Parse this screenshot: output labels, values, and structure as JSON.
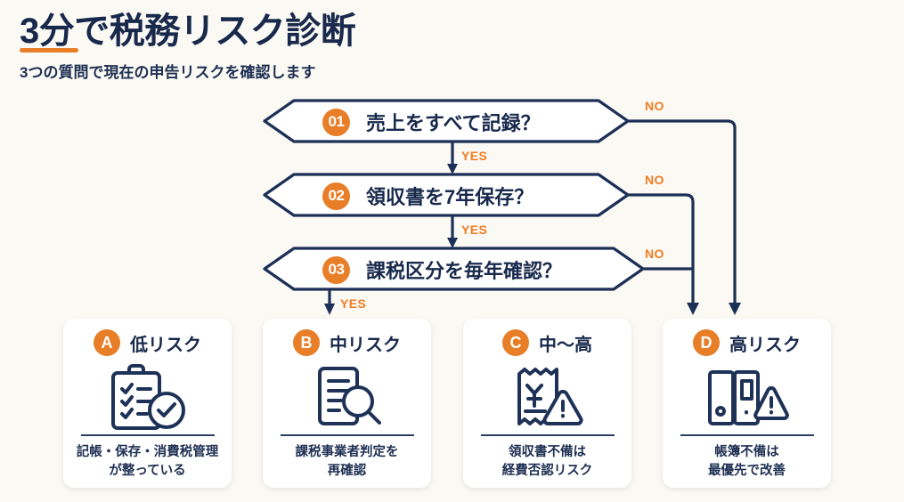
{
  "header": {
    "title": "3分で税務リスク診断",
    "subtitle": "3つの質問で現在の申告リスクを確認します",
    "accent_color": "#E87E28",
    "ink_color": "#18294C",
    "background_color": "#FBF9F3"
  },
  "flow": {
    "questions": [
      {
        "number": "01",
        "text": "売上をすべて記録？",
        "yes_label": "YES",
        "no_label": "NO"
      },
      {
        "number": "02",
        "text": "領収書を7年保存？",
        "yes_label": "YES",
        "no_label": "NO"
      },
      {
        "number": "03",
        "text": "課税区分を毎年確認？",
        "yes_label": "YES",
        "no_label": "NO"
      }
    ]
  },
  "cards": [
    {
      "badge": "A",
      "title": "低リスク",
      "icon": "clipboard-check-icon",
      "desc": "記帳・保存・消費税管理\nが整っている"
    },
    {
      "badge": "B",
      "title": "中リスク",
      "icon": "document-search-icon",
      "desc": "課税事業者判定を\n再確認"
    },
    {
      "badge": "C",
      "title": "中〜高",
      "icon": "receipt-warning-icon",
      "desc": "領収書不備は\n経費否認リスク"
    },
    {
      "badge": "D",
      "title": "高リスク",
      "icon": "binders-warning-icon",
      "desc": "帳簿不備は\n最優先で改善"
    }
  ]
}
